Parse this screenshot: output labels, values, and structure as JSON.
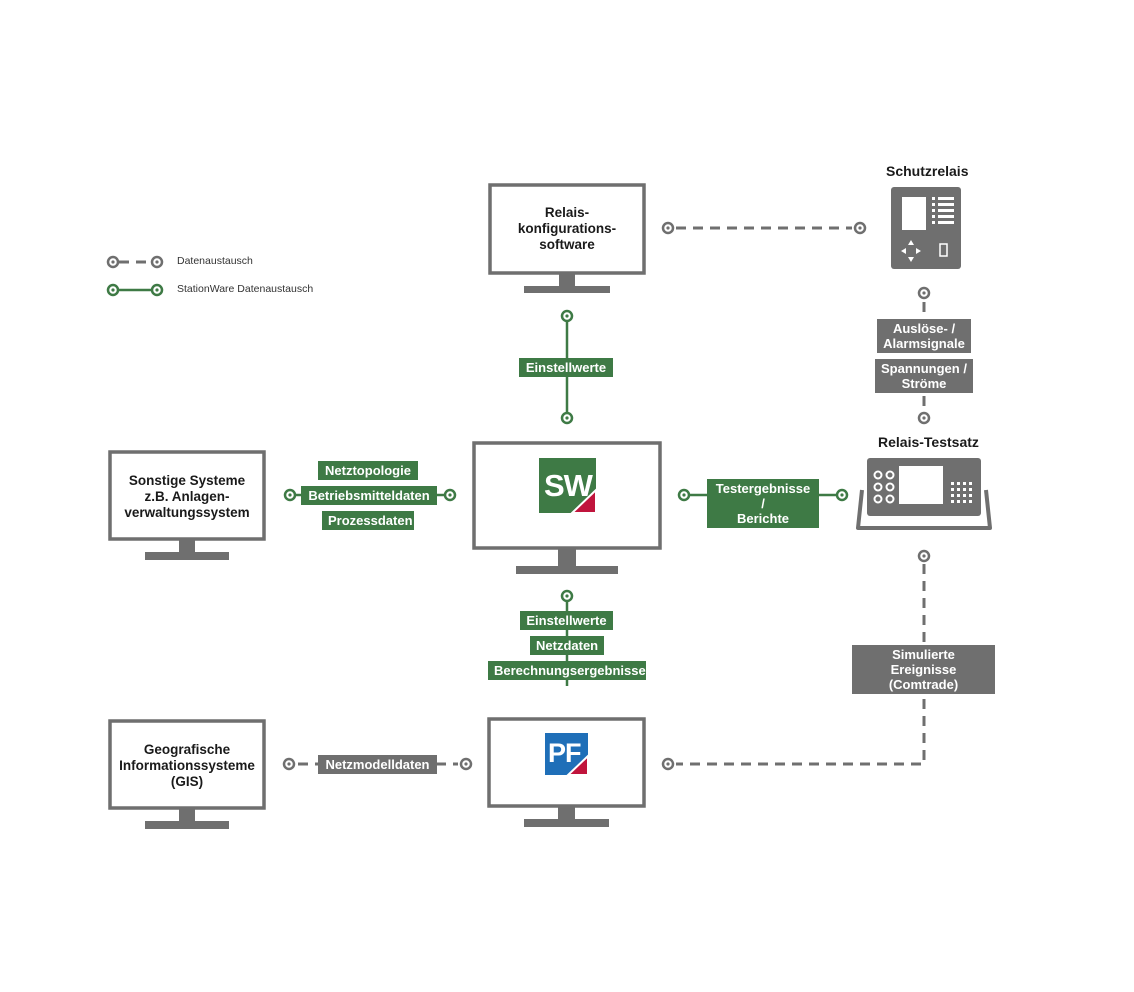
{
  "legend": {
    "data_exchange": "Datenaustausch",
    "stationware_exchange": "StationWare Datenaustausch"
  },
  "nodes": {
    "relay_config": "Relais-\nkonfigurations-\nsoftware",
    "other_systems": "Sonstige Systeme\nz.B. Anlagen-\nverwaltungssystem",
    "gis": "Geografische\nInformationssysteme\n(GIS)",
    "protection_relay": "Schutzrelais",
    "relay_test_set": "Relais-Testsatz",
    "stationware_logo": "SW",
    "powerfactory_logo": "PF"
  },
  "labels": {
    "settings_top": "Einstellwerte",
    "network_topology": "Netztopologie",
    "equipment_data": "Betriebsmitteldaten",
    "process_data": "Prozessdaten",
    "test_results": "Testergebnisse /\nBerichte",
    "trip_alarm": "Auslöse- /\nAlarmsignale",
    "voltages_currents": "Spannungen /\nStröme",
    "settings_bottom": "Einstellwerte",
    "network_data": "Netzdaten",
    "calculation_results": "Berechnungsergebnisse",
    "network_model_data": "Netzmodelldaten",
    "simulated_events": "Simulierte Ereignisse\n(Comtrade)"
  },
  "colors": {
    "green": "#3e7a45",
    "gray": "#6f6f6f",
    "monitor": "#6f6f6f",
    "sw_logo": "#3e7a45",
    "pf_logo": "#1f6fb8",
    "accent_red": "#c0143c"
  }
}
